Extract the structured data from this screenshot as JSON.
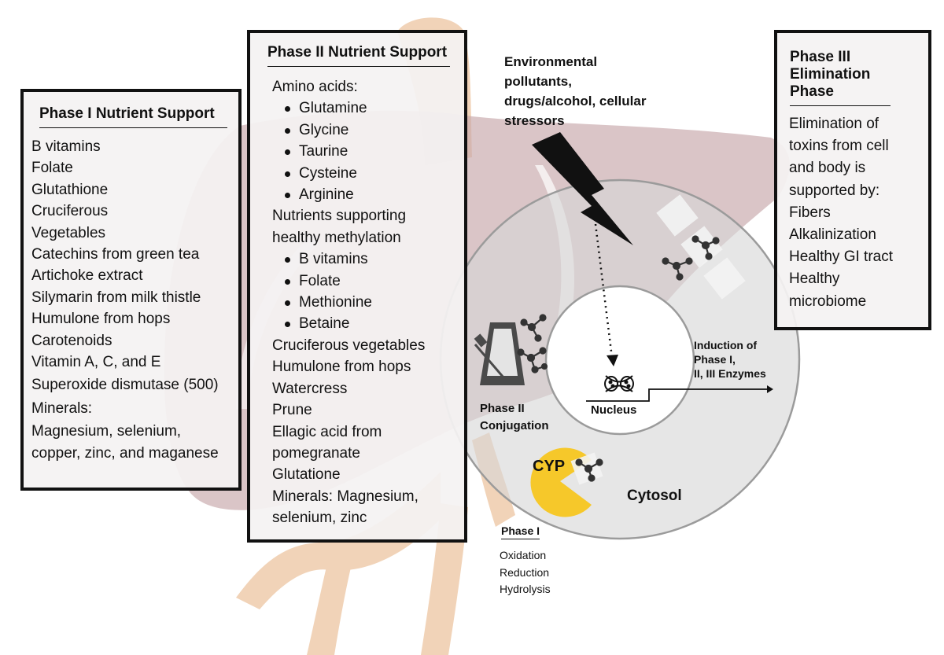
{
  "phase1_box": {
    "title": "Phase I Nutrient Support",
    "items": [
      "B vitamins",
      "Folate",
      "Glutathione",
      "Cruciferous",
      "Vegetables",
      "Catechins from green tea",
      "Artichoke extract",
      "Silymarin from milk thistle",
      "Humulone from hops",
      "Carotenoids",
      "Vitamin A, C, and E",
      "Superoxide dismutase (500)",
      "Minerals:",
      "Magnesium, selenium,",
      "copper, zinc, and maganese"
    ]
  },
  "phase2_box": {
    "title": "Phase II Nutrient Support",
    "amino_heading": "Amino acids:",
    "amino_acids": [
      "Glutamine",
      "Glycine",
      "Taurine",
      "Cysteine",
      "Arginine"
    ],
    "methylation_heading": [
      "Nutrients supporting",
      "healthy methylation"
    ],
    "methylation_items": [
      "B vitamins",
      "Folate",
      "Methionine",
      "Betaine"
    ],
    "other_items": [
      "Cruciferous vegetables",
      "Humulone from hops",
      "Watercress",
      "Prune",
      "Ellagic acid from",
      "pomegranate",
      "Glutatione",
      "Minerals: Magnesium,",
      "selenium, zinc"
    ]
  },
  "phase3_box": {
    "title": [
      "Phase III",
      "Elimination",
      "Phase"
    ],
    "items": [
      "Elimination of",
      "toxins from cell",
      "and body is",
      "supported by:",
      "Fibers",
      "Alkalinization",
      "Healthy GI tract",
      "Healthy",
      "microbiome"
    ]
  },
  "labels": {
    "stressors": [
      "Environmental",
      "pollutants,",
      "drugs/alcohol, cellular",
      "stressors"
    ],
    "induction": [
      "Induction of",
      "Phase I,",
      "II, III Enzymes"
    ],
    "nucleus": "Nucleus",
    "conjugation": [
      "Phase II",
      "Conjugation"
    ],
    "cyp": "CYP",
    "cytosol": "Cytosol",
    "phase1": "Phase I",
    "phase1_reactions": [
      "Oxidation",
      "Reduction",
      "Hydrolysis"
    ]
  },
  "colors": {
    "liver": "#c9a9ad",
    "vessels": "#f1d3b8",
    "cytosol": "#d6d6d6",
    "cytosol_border": "#9b9b9b",
    "nucleus": "#ffffff",
    "cyp": "#f6c82a",
    "box_border": "#111111",
    "box_fill": "#f4f2f2"
  },
  "icons": [
    "lightning-bolt-icon",
    "dna-icon",
    "molecule-icon",
    "metronome-icon",
    "arrow-icon"
  ]
}
